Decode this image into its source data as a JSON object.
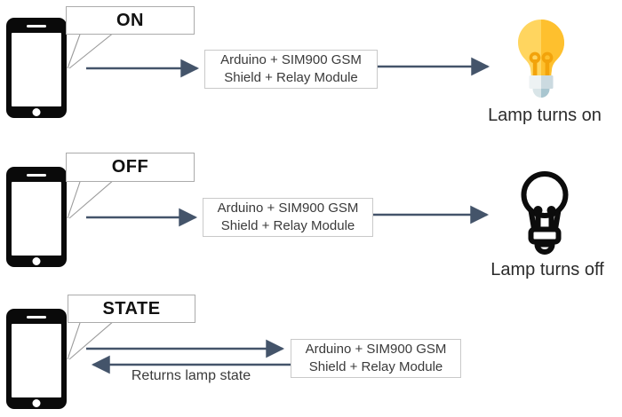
{
  "diagram": {
    "rows": [
      {
        "command": "ON",
        "controller_line1": "Arduino + SIM900 GSM",
        "controller_line2": "Shield + Relay Module",
        "result_label": "Lamp turns on",
        "sender_icon": "smartphone-icon",
        "result_icon": "lightbulb-on-icon"
      },
      {
        "command": "OFF",
        "controller_line1": "Arduino + SIM900 GSM",
        "controller_line2": "Shield + Relay Module",
        "result_label": "Lamp turns off",
        "sender_icon": "smartphone-icon",
        "result_icon": "lightbulb-off-icon"
      },
      {
        "command": "STATE",
        "controller_line1": "Arduino + SIM900 GSM",
        "controller_line2": "Shield + Relay Module",
        "return_label": "Returns lamp state",
        "sender_icon": "smartphone-icon"
      }
    ],
    "colors": {
      "arrow_color": "#44546A",
      "tail_color": "#9B9B9B",
      "box_border": "#C9C9C9",
      "bubble_border": "#ABABAB",
      "text_dark": "#3A3A3A",
      "phone_black": "#0A0A0A",
      "bulb_yellow_light": "#FFD55F",
      "bulb_yellow_dark": "#FEC02E",
      "bulb_filament": "#F2A30B",
      "bulb_base_light": "#EDF2F3",
      "bulb_base_dark": "#CBDAE0",
      "bulb_dome_light": "#D9E5E8",
      "bulb_dome_dark": "#A9C6D0",
      "bulb_off_outline": "#0C0C0C"
    }
  }
}
